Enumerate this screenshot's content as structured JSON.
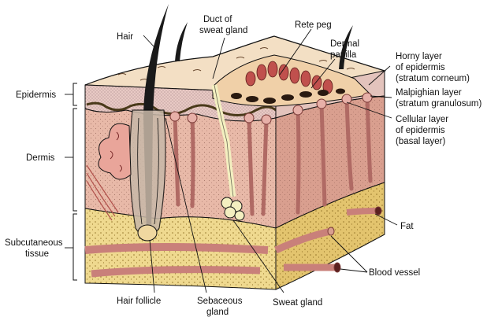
{
  "labels": {
    "hair": "Hair",
    "duct_line1": "Duct of",
    "duct_line2": "sweat gland",
    "rete_peg": "Rete peg",
    "dermal_line1": "Dermal",
    "dermal_line2": "papilla",
    "horny_line1": "Horny layer",
    "horny_line2": "of epidermis",
    "horny_line3": "(stratum corneum)",
    "malp_line1": "Malpighian layer",
    "malp_line2": "(stratum granulosum)",
    "cell_line1": "Cellular layer",
    "cell_line2": "of epidermis",
    "cell_line3": "(basal layer)",
    "epidermis": "Epidermis",
    "dermis": "Dermis",
    "subq_line1": "Subcutaneous",
    "subq_line2": "tissue",
    "fat": "Fat",
    "blood_vessel": "Blood vessel",
    "hair_follicle": "Hair follicle",
    "sebaceous_line1": "Sebaceous",
    "sebaceous_line2": "gland",
    "sweat_gland": "Sweat gland"
  },
  "colors": {
    "skin_surface": "#f3dfc4",
    "epidermis": "#e8c9c4",
    "dermis": "#e8b9a8",
    "dermis_side": "#d99f8f",
    "fat": "#efd98f",
    "fat_side": "#e3c46e",
    "vessel": "#c9807a",
    "rete": "#c0504d",
    "granular": "#4a3a1a",
    "hair": "#1a1a1a"
  }
}
